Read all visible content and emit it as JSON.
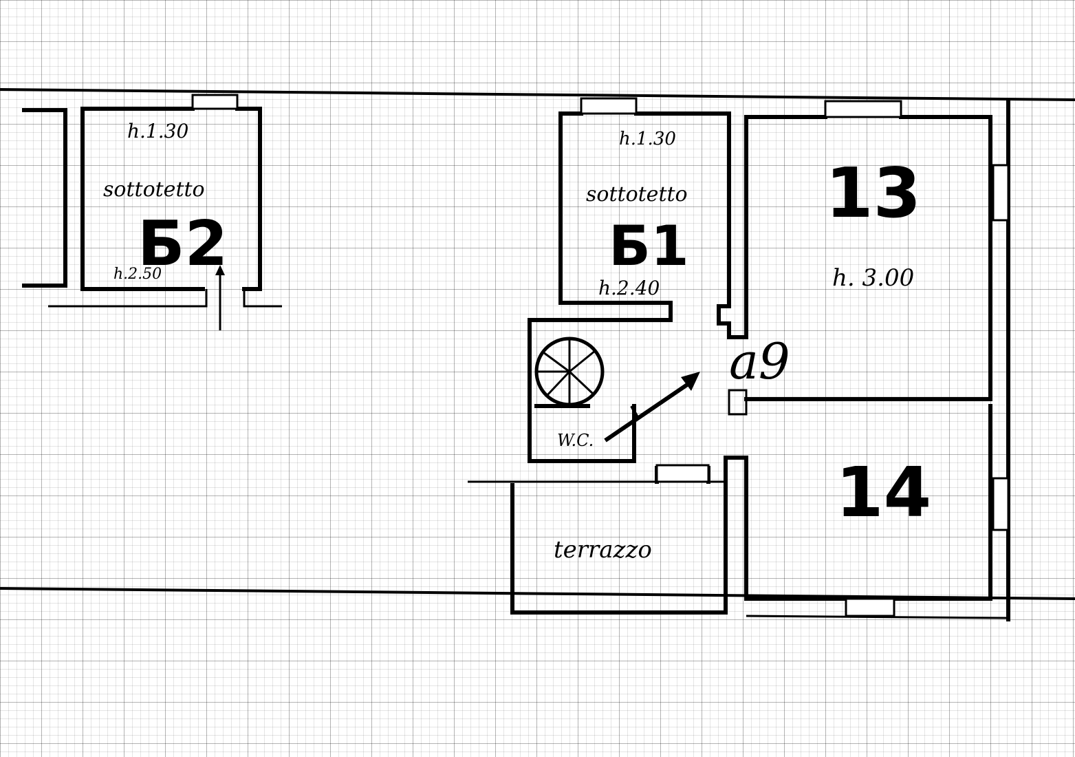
{
  "labels": {
    "room_b2": {
      "height_top": "h.1.30",
      "name": "sottotetto",
      "id": "Ƃ2",
      "height_bottom": "h.2.50"
    },
    "room_b1": {
      "height_top": "h.1.30",
      "name": "sottotetto",
      "id": "Ƃ1",
      "height_bottom": "h.2.40"
    },
    "room_13": {
      "id": "13",
      "height": "h. 3.00"
    },
    "entry": {
      "id": "a9"
    },
    "wc": {
      "label": "W.C."
    },
    "room_14": {
      "id": "14"
    },
    "terrace": {
      "label": "terrazzo"
    }
  }
}
